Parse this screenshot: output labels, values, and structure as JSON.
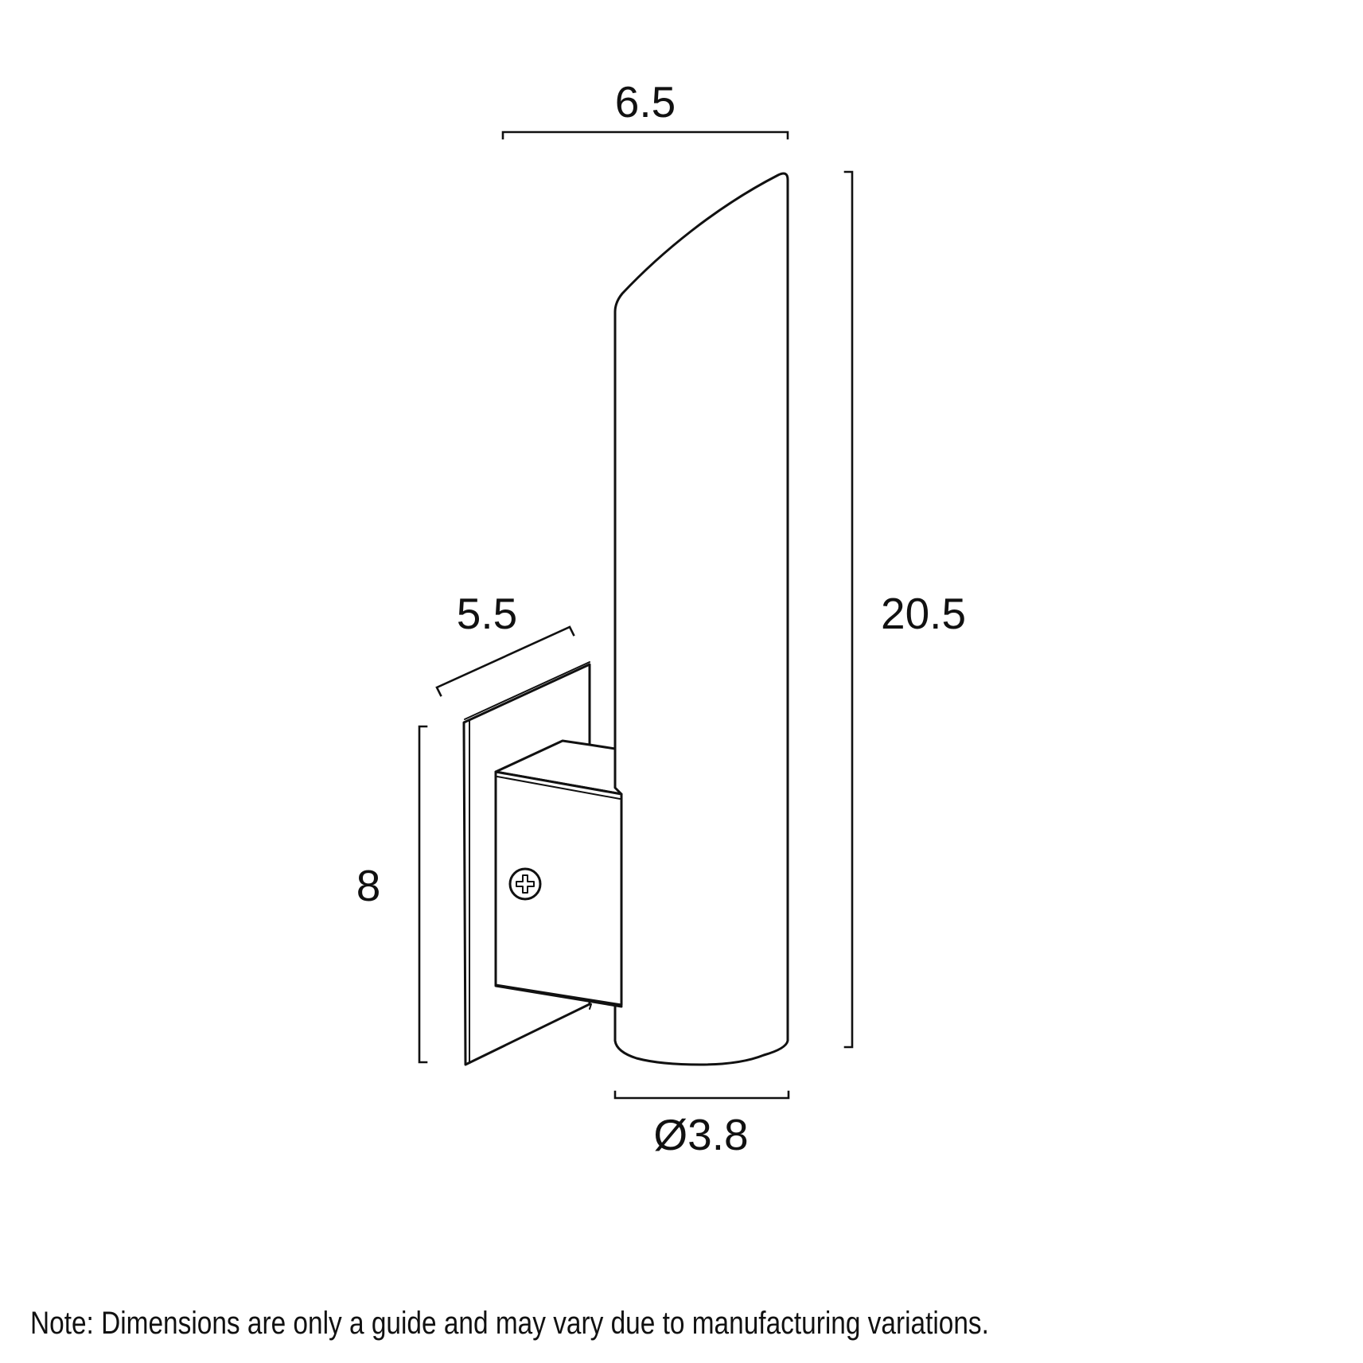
{
  "diagram": {
    "type": "dimension-drawing",
    "subject": "wall light (angled-top cylindrical tube on square wall plate)",
    "colors": {
      "line": "#111111",
      "background": "#ffffff"
    },
    "dimensions": {
      "overall_width": {
        "label": "6.5",
        "value": 6.5,
        "orientation": "horizontal-top"
      },
      "overall_height": {
        "label": "20.5",
        "value": 20.5,
        "orientation": "vertical-right"
      },
      "plate_depth": {
        "label": "5.5",
        "value": 5.5,
        "orientation": "diagonal"
      },
      "plate_height": {
        "label": "8",
        "value": 8,
        "orientation": "vertical-left"
      },
      "tube_diameter": {
        "label": "Ø3.8",
        "value": 3.8,
        "orientation": "horizontal-bottom"
      }
    },
    "components": [
      "shade-tube",
      "wall-backplate",
      "mounting-box",
      "screw"
    ]
  },
  "footer": {
    "note": "Note: Dimensions are only a guide and may vary due to manufacturing variations."
  }
}
